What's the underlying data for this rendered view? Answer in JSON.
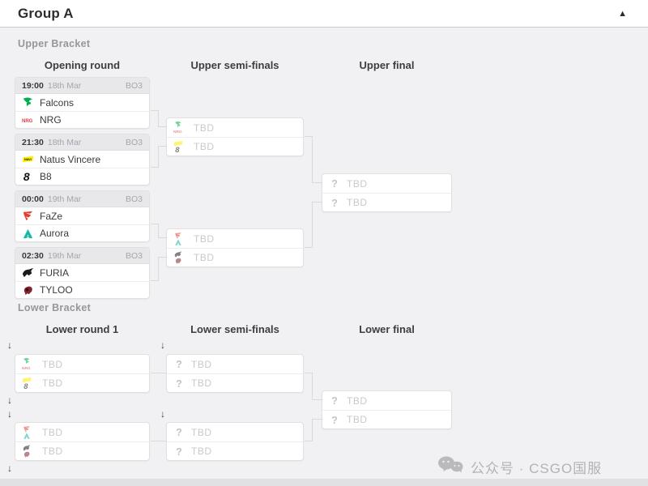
{
  "header": {
    "title": "Group A"
  },
  "icons": {
    "question": "?",
    "drop_arrow": "↓",
    "collapse": "▲"
  },
  "labels": {
    "tbd": "TBD",
    "upper_bracket": "Upper Bracket",
    "lower_bracket": "Lower Bracket"
  },
  "upper": {
    "columns": [
      "Opening round",
      "Upper semi-finals",
      "Upper final"
    ],
    "matches": [
      {
        "time": "19:00",
        "date": "18th Mar",
        "format": "BO3",
        "teams": [
          {
            "name": "Falcons",
            "logo": "falcons"
          },
          {
            "name": "NRG",
            "logo": "nrg"
          }
        ]
      },
      {
        "time": "21:30",
        "date": "18th Mar",
        "format": "BO3",
        "teams": [
          {
            "name": "Natus Vincere",
            "logo": "navi"
          },
          {
            "name": "B8",
            "logo": "b8"
          }
        ]
      },
      {
        "time": "00:00",
        "date": "19th Mar",
        "format": "BO3",
        "teams": [
          {
            "name": "FaZe",
            "logo": "faze"
          },
          {
            "name": "Aurora",
            "logo": "aurora"
          }
        ]
      },
      {
        "time": "02:30",
        "date": "19th Mar",
        "format": "BO3",
        "teams": [
          {
            "name": "FURIA",
            "logo": "furia"
          },
          {
            "name": "TYLOO",
            "logo": "tyloo"
          }
        ]
      }
    ],
    "semifinals": [
      {
        "slots": [
          {
            "label": "TBD",
            "hint_logos": [
              "falcons",
              "nrg"
            ]
          },
          {
            "label": "TBD",
            "hint_logos": [
              "navi",
              "b8"
            ]
          }
        ]
      },
      {
        "slots": [
          {
            "label": "TBD",
            "hint_logos": [
              "faze",
              "aurora"
            ]
          },
          {
            "label": "TBD",
            "hint_logos": [
              "furia",
              "tyloo"
            ]
          }
        ]
      }
    ],
    "final": {
      "slots": [
        {
          "label": "TBD",
          "icon": "question"
        },
        {
          "label": "TBD",
          "icon": "question"
        }
      ]
    }
  },
  "lower": {
    "columns": [
      "Lower round 1",
      "Lower semi-finals",
      "Lower final"
    ],
    "round1": [
      {
        "slots": [
          {
            "label": "TBD",
            "hint_logos": [
              "falcons",
              "nrg"
            ]
          },
          {
            "label": "TBD",
            "hint_logos": [
              "navi",
              "b8"
            ]
          }
        ]
      },
      {
        "slots": [
          {
            "label": "TBD",
            "hint_logos": [
              "faze",
              "aurora"
            ]
          },
          {
            "label": "TBD",
            "hint_logos": [
              "furia",
              "tyloo"
            ]
          }
        ]
      }
    ],
    "semifinals": [
      {
        "slots": [
          {
            "label": "TBD",
            "icon": "question"
          },
          {
            "label": "TBD",
            "icon": "question"
          }
        ]
      },
      {
        "slots": [
          {
            "label": "TBD",
            "icon": "question"
          },
          {
            "label": "TBD",
            "icon": "question"
          }
        ]
      }
    ],
    "final": {
      "slots": [
        {
          "label": "TBD",
          "icon": "question"
        },
        {
          "label": "TBD",
          "icon": "question"
        }
      ]
    }
  },
  "logo_colors": {
    "falcons_green": "#00b04f",
    "nrg_red": "#e4393f",
    "navi_yellow": "#ffee00",
    "b8_black": "#141414",
    "faze_red": "#e43d30",
    "aurora_teal": "#16b8a2",
    "furia_black": "#1b1b1b",
    "tyloo_maroon": "#82232e"
  },
  "watermark": {
    "text": "公众号 · CSGO国服"
  }
}
